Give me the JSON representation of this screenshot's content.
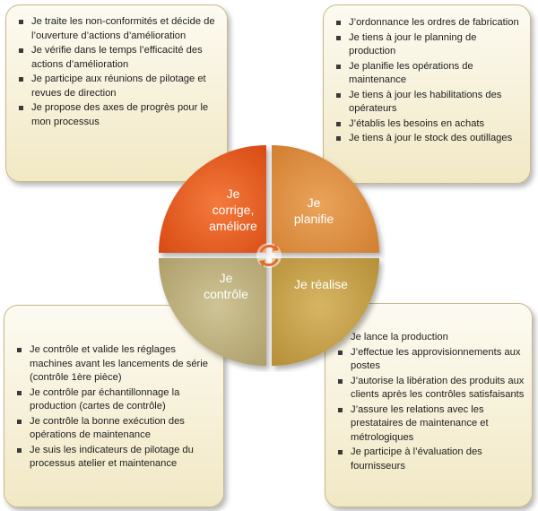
{
  "top_left": {
    "items": [
      "Je traite les non-conformités et décide de l’ouverture d’actions d’amélioration",
      "Je vérifie dans le temps l’efficacité des actions d’amélioration",
      "Je participe aux réunions de pilotage et revues de direction",
      "Je propose des axes de progrès pour le mon processus"
    ]
  },
  "top_right": {
    "items": [
      "J’ordonnance les ordres de fabrication",
      "Je tiens à jour le planning de production",
      "Je planifie les opérations de maintenance",
      "Je tiens à jour les habilitations des opérateurs",
      "J’établis les besoins en achats",
      "Je tiens à jour le stock des outillages"
    ]
  },
  "bottom_left": {
    "items": [
      "Je contrôle et valide les réglages machines avant les lancements de série (contrôle 1ère pièce)",
      "Je contrôle par échantillonnage la production (cartes de contrôle)",
      "Je contrôle la bonne exécution des opérations de maintenance",
      "Je suis les indicateurs de pilotage du processus atelier et maintenance"
    ]
  },
  "bottom_right": {
    "items": [
      "Je lance la production",
      "J’effectue les approvisionnements aux postes",
      "J’autorise la libération des produits aux clients après les contrôles satisfaisants",
      "J’assure les relations avec les prestataires de maintenance et métrologiques",
      "Je participe à l’évaluation des fournisseurs"
    ]
  },
  "cycle": {
    "corrige": {
      "line1": "Je",
      "line2": "corrige,",
      "line3": "améliore",
      "color": "#e2561c"
    },
    "planifie": {
      "line1": "Je",
      "line2": "planifie",
      "color": "#d98a3c"
    },
    "controle": {
      "line1": "Je",
      "line2": "contrôle",
      "color": "#b9ad7c"
    },
    "realise": {
      "line1": "Je réalise",
      "color": "#c6a24a"
    },
    "center_icon": "cycle-arrows-icon"
  }
}
